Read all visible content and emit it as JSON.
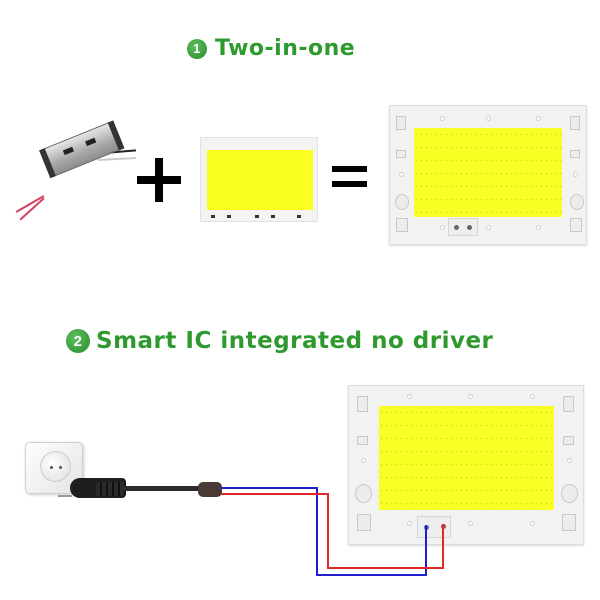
{
  "section1": {
    "number": "1",
    "title": "Two-in-one",
    "items": [
      "led-driver",
      "plus-sign",
      "cob-led-chip",
      "equals-sign",
      "integrated-cob-board"
    ]
  },
  "section2": {
    "number": "2",
    "title": "Smart IC integrated no driver",
    "items": [
      "wall-socket",
      "power-plug",
      "cable",
      "integrated-cob-board"
    ]
  },
  "colors": {
    "heading_green": "#2e9a2e",
    "led_yellow": "#f8ff24",
    "wire_blue": "#1f1fd0",
    "wire_red": "#e02828",
    "board_white": "#f2f2f2"
  }
}
